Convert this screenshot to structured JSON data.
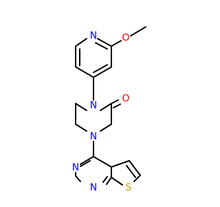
{
  "molecule": {
    "atoms": {
      "n_pyridine": {
        "symbol": "N",
        "color": "#0000ff"
      },
      "o_methoxy": {
        "symbol": "O",
        "color": "#ff0000"
      },
      "n_piperazinone_1": {
        "symbol": "N",
        "color": "#0000ff"
      },
      "o_carbonyl": {
        "symbol": "O",
        "color": "#ff0000"
      },
      "n_piperazinone_4": {
        "symbol": "N",
        "color": "#0000ff"
      },
      "n_pyrimidine_3": {
        "symbol": "N",
        "color": "#0000ff"
      },
      "n_pyrimidine_1": {
        "symbol": "N",
        "color": "#0000ff"
      },
      "s_thiophene": {
        "symbol": "S",
        "color": "#c8a000"
      }
    },
    "bond_color": "#000000"
  }
}
